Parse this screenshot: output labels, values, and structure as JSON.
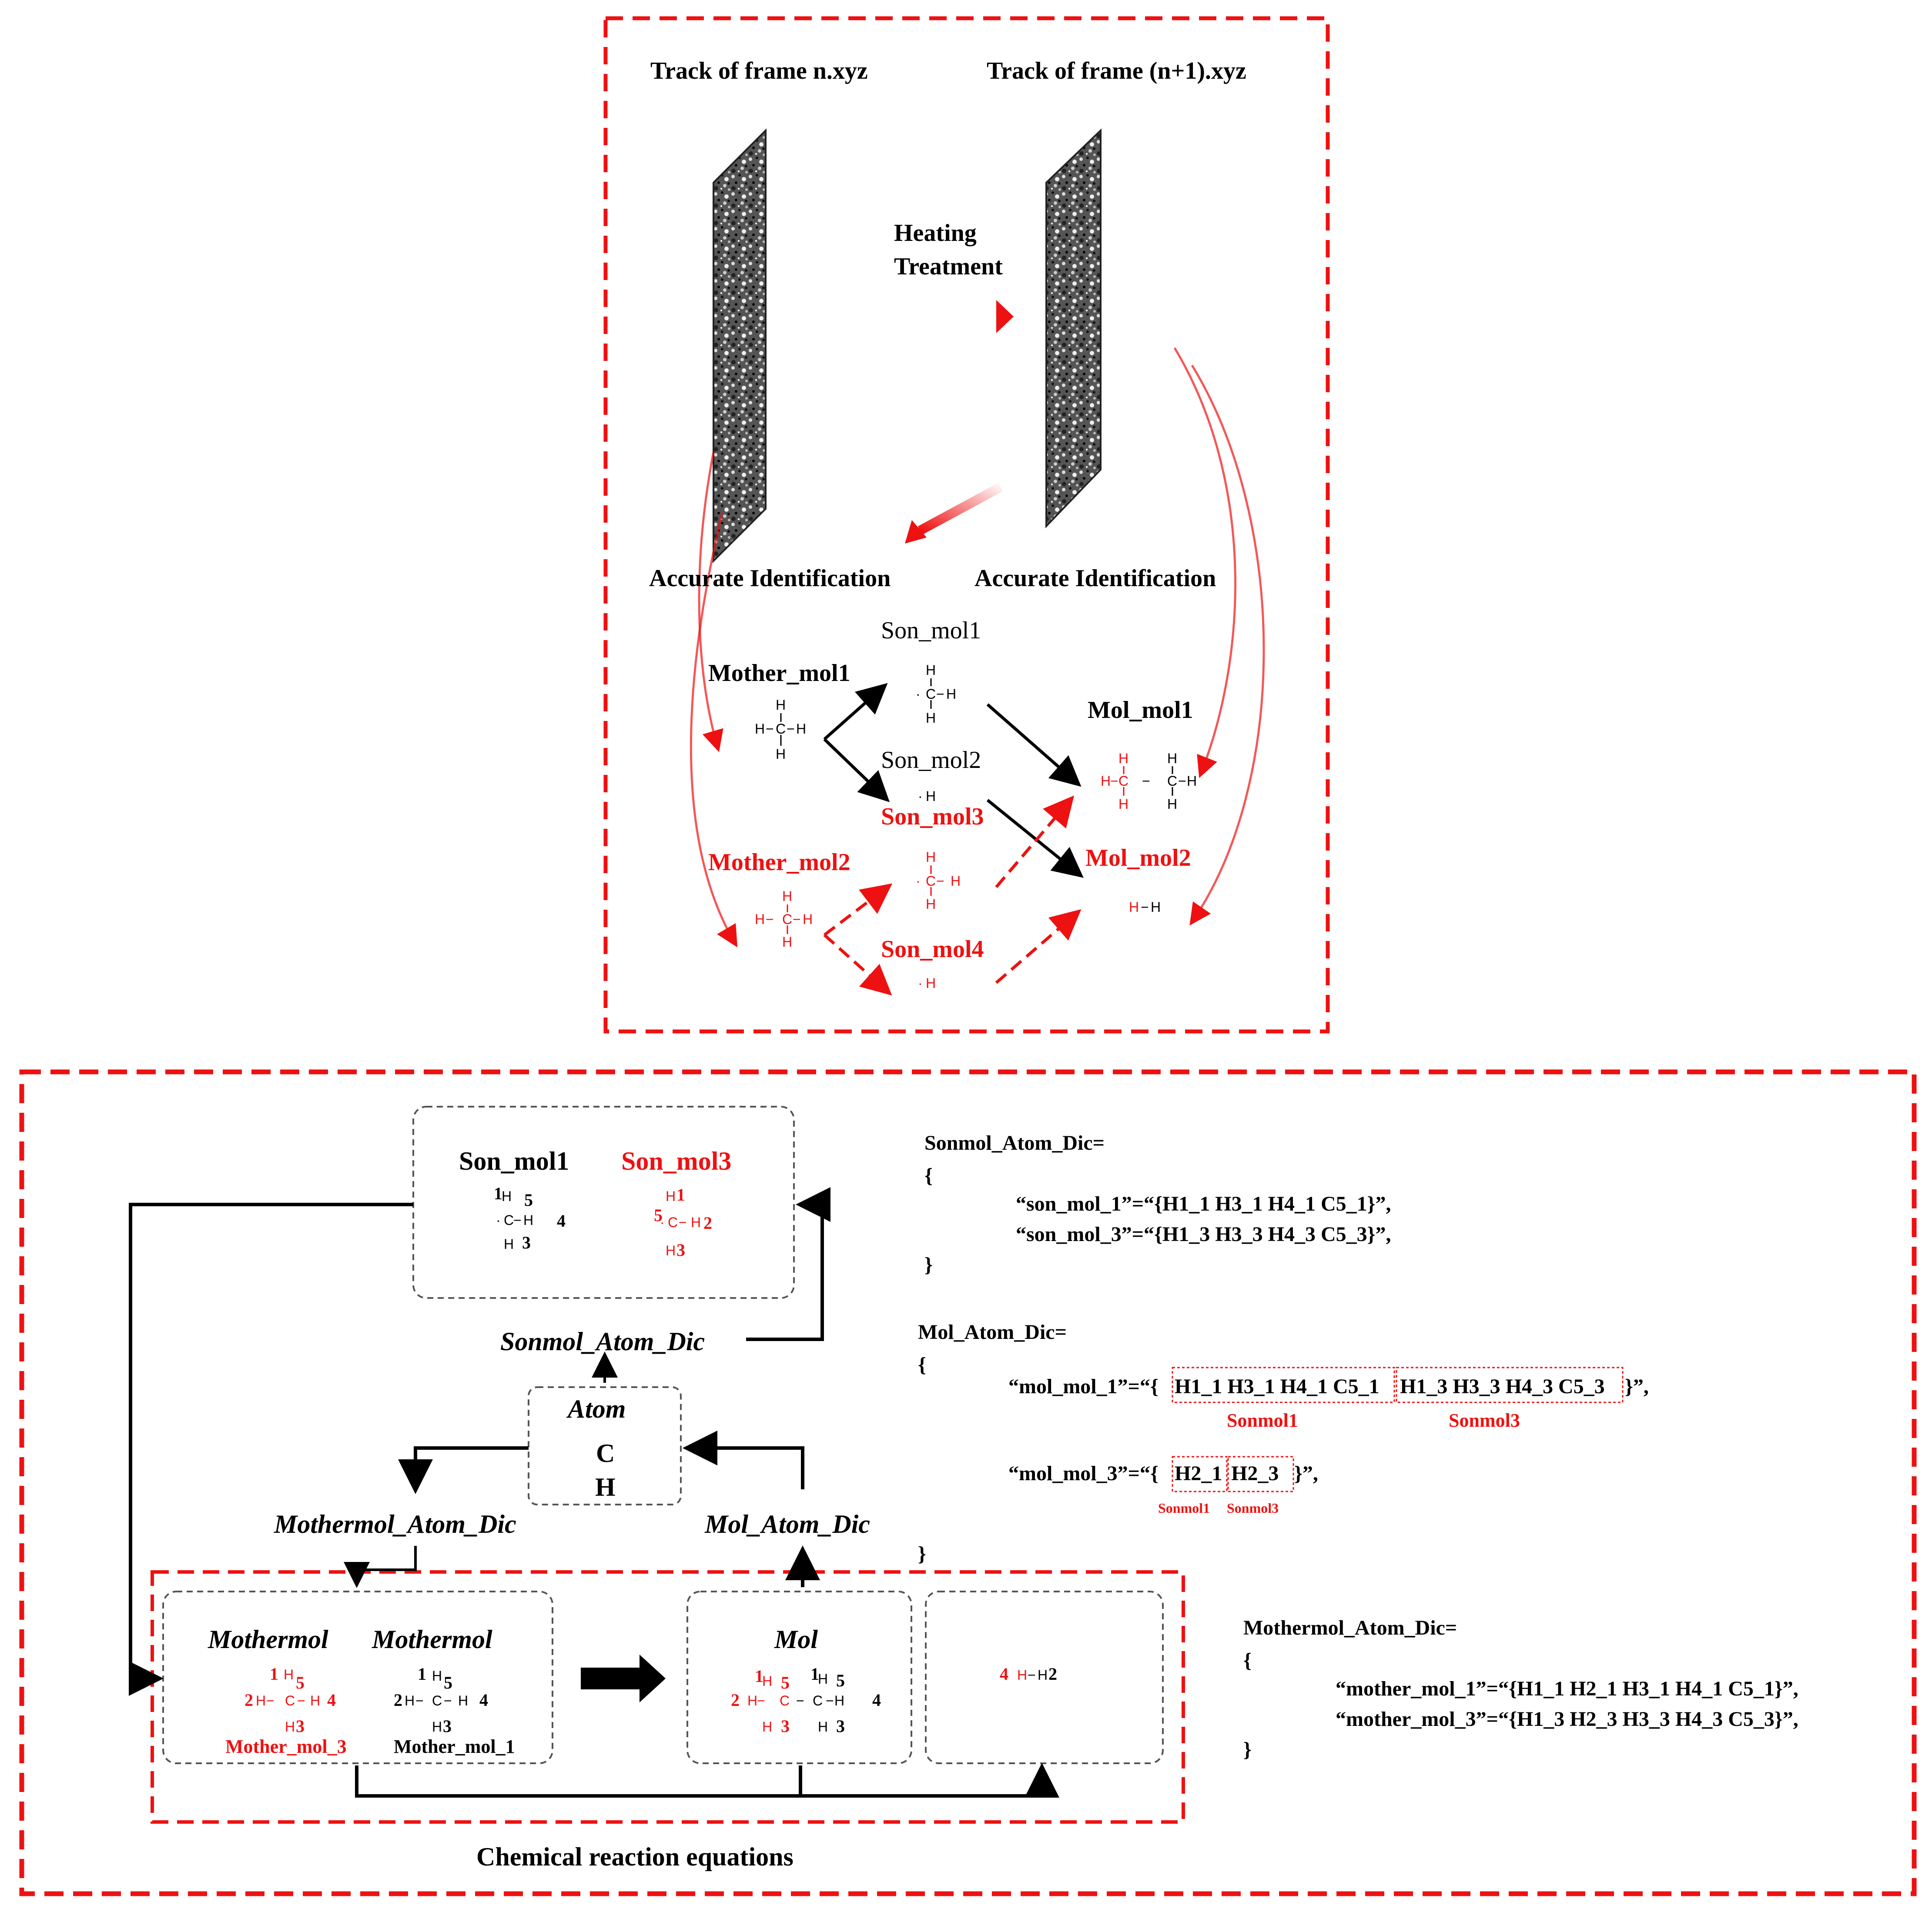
{
  "colors": {
    "accent_red": "#ee1111",
    "black": "#000000",
    "box_border": "#555555"
  },
  "top": {
    "frame_n_title": "Track of frame n.xyz",
    "frame_n1_title": "Track of frame (n+1).xyz",
    "heating": "Heating",
    "treatment": "Treatment",
    "accurate_left": "Accurate Identification",
    "accurate_right": "Accurate Identification",
    "mother_mol1": "Mother_mol1",
    "mother_mol2": "Mother_mol2",
    "son_mol1": "Son_mol1",
    "son_mol2": "Son_mol2",
    "son_mol3": "Son_mol3",
    "son_mol4": "Son_mol4",
    "mol_mol1": "Mol_mol1",
    "mol_mol2": "Mol_mol2"
  },
  "bottom": {
    "son_box_son_mol1": "Son_mol1",
    "son_box_son_mol3": "Son_mol3",
    "sonmol_atom_dic_label": "Sonmol_Atom_Dic",
    "atom_title": "Atom",
    "atom_c": "C",
    "atom_h": "H",
    "mothermol_atom_dic_label": "Mothermol_Atom_Dic",
    "mol_atom_dic_label": "Mol_Atom_Dic",
    "mothermol_label_a": "Mothermol",
    "mothermol_label_b": "Mothermol",
    "mother_mol_3": "Mother_mol_3",
    "mother_mol_1": "Mother_mol_1",
    "mol_label": "Mol",
    "caption": "Chemical reaction equations",
    "num_1": "1",
    "num_2": "2",
    "num_3": "3",
    "num_4": "4",
    "num_5": "5",
    "hh_left": "4",
    "hh_right": "2"
  },
  "code": {
    "sonmol_header": "Sonmol_Atom_Dic=",
    "sonmol_open": "{",
    "sonmol_line1": "“son_mol_1”=“{H1_1 H3_1 H4_1 C5_1}”,",
    "sonmol_line2": "“son_mol_3”=“{H1_3 H3_3 H4_3 C5_3}”,",
    "sonmol_close": "}",
    "mol_header": "Mol_Atom_Dic=",
    "mol_open": "{",
    "mol_line1_prefix": "“mol_mol_1”=“{",
    "mol_line1_part1": "H1_1 H3_1 H4_1 C5_1",
    "mol_line1_part2": "H1_3 H3_3 H4_3 C5_3",
    "mol_line1_suffix": "}”,",
    "mol_line1_tag1": "Sonmol1",
    "mol_line1_tag2": "Sonmol3",
    "mol_line2_prefix": "“mol_mol_3”=“{",
    "mol_line2_part1": "H2_1",
    "mol_line2_part2": "H2_3",
    "mol_line2_suffix": "}”,",
    "mol_line2_tag1": "Sonmol1",
    "mol_line2_tag2": "Sonmol3",
    "mol_close": "}",
    "mother_header": "Mothermol_Atom_Dic=",
    "mother_open": "{",
    "mother_line1": "“mother_mol_1”=“{H1_1 H2_1  H3_1 H4_1 C5_1}”,",
    "mother_line2": "“mother_mol_3”=“{H1_3 H2_3  H3_3 H4_3 C5_3}”,",
    "mother_close": "}"
  },
  "atoms": {
    "H": "H",
    "C": "C",
    "dot": "·",
    "dash": "−"
  }
}
